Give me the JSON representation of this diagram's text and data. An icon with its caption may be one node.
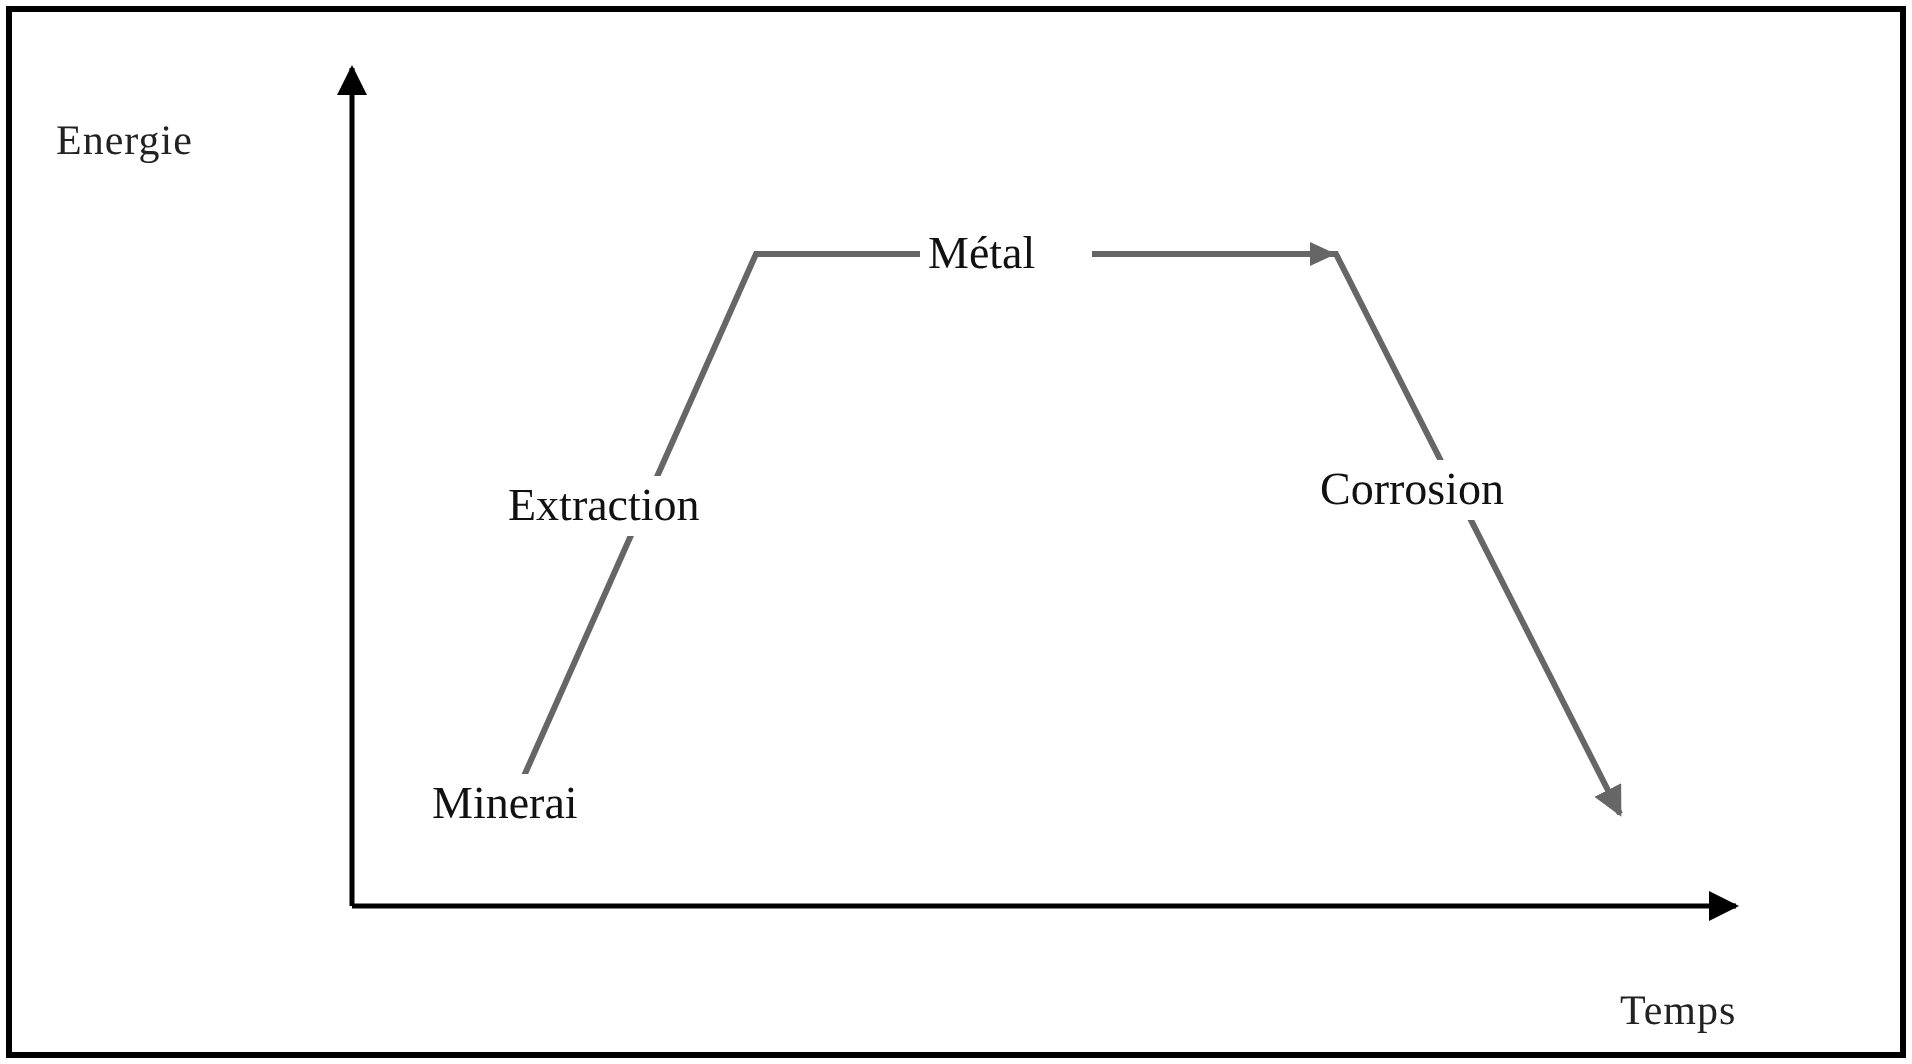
{
  "diagram": {
    "nodes": [
      {
        "text": [
          "Minerai"
        ]
      },
      {
        "text": [
          "Métal"
        ]
      }
    ],
    "edges": [
      {
        "from": 0,
        "to": 1,
        "arrow": "none",
        "label": "Extraction"
      },
      {
        "from": 1,
        "to": null,
        "arrow": "to",
        "label": "Corrosion"
      }
    ],
    "labels": [
      "Energie",
      "Temps"
    ]
  }
}
